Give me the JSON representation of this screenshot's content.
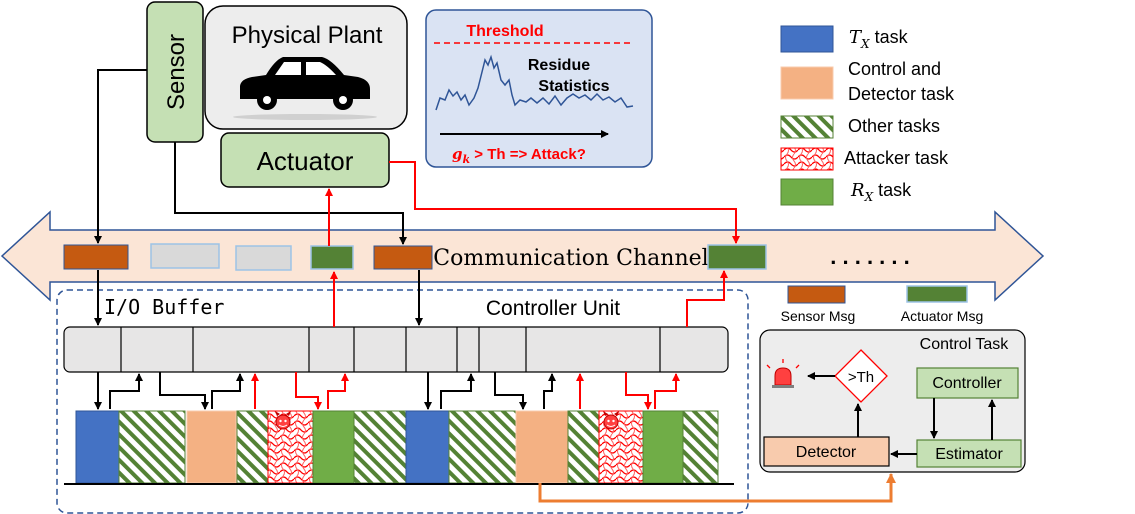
{
  "blocks": {
    "sensor": "Sensor",
    "plant": "Physical Plant",
    "actuator": "Actuator",
    "channel": "Communication Channel",
    "channel_dots": ". . . . . . .",
    "io_buffer": "I/O Buffer",
    "controller_unit": "Controller Unit"
  },
  "residue_panel": {
    "threshold": "Threshold",
    "title_line1": "Residue",
    "title_line2": "Statistics",
    "condition_lhs": "g",
    "condition_sub": "k",
    "condition_rhs": " > Th => Attack?"
  },
  "legend": {
    "tx_task": "task",
    "tx_sym": "T",
    "tx_sub": "X",
    "control_line1": "Control and",
    "control_line2": "Detector task",
    "other": "Other tasks",
    "attacker": "Attacker task",
    "rx_task": "task",
    "rx_sym": "R",
    "rx_sub": "X",
    "sensor_msg": "Sensor Msg",
    "actuator_msg": "Actuator  Msg"
  },
  "control_task": {
    "title": "Control Task",
    "controller": "Controller",
    "detector": "Detector",
    "estimator": "Estimator",
    "threshold_check": ">Th"
  },
  "colors": {
    "sensor_msg": "#c55a11",
    "actuator_msg": "#548235",
    "tx": "#4472c4",
    "control": "#f4b183",
    "rx": "#70ad47",
    "attack_arrow": "#ff0000",
    "green_box": "#c5e0b4",
    "channel_fill": "#fbe5d6",
    "channel_stroke": "#2f5597"
  }
}
